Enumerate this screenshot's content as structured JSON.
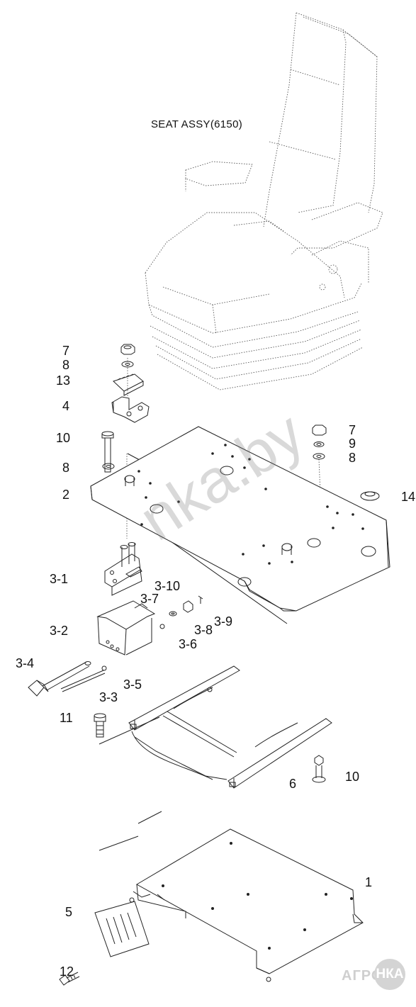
{
  "diagram": {
    "title": "SEAT ASSY(6150)",
    "callouts": {
      "c7a": "7",
      "c8a": "8",
      "c13": "13",
      "c4": "4",
      "c10a": "10",
      "c8b": "8",
      "c2": "2",
      "c7b": "7",
      "c9": "9",
      "c8c": "8",
      "c14": "14",
      "c31": "3-1",
      "c310": "3-10",
      "c37": "3-7",
      "c39": "3-9",
      "c38": "3-8",
      "c36": "3-6",
      "c32": "3-2",
      "c34": "3-4",
      "c35": "3-5",
      "c33": "3-3",
      "c11": "11",
      "c6": "6",
      "c10b": "10",
      "c1": "1",
      "c5": "5",
      "c12": "12"
    }
  },
  "watermark": "nka.by",
  "logo": {
    "left_text": "АГРО",
    "circle_text": "НКА"
  },
  "colors": {
    "line": "#222222",
    "dashed": "#555555",
    "watermark": "#b0b0b0",
    "logo": "#d0d0d0"
  }
}
